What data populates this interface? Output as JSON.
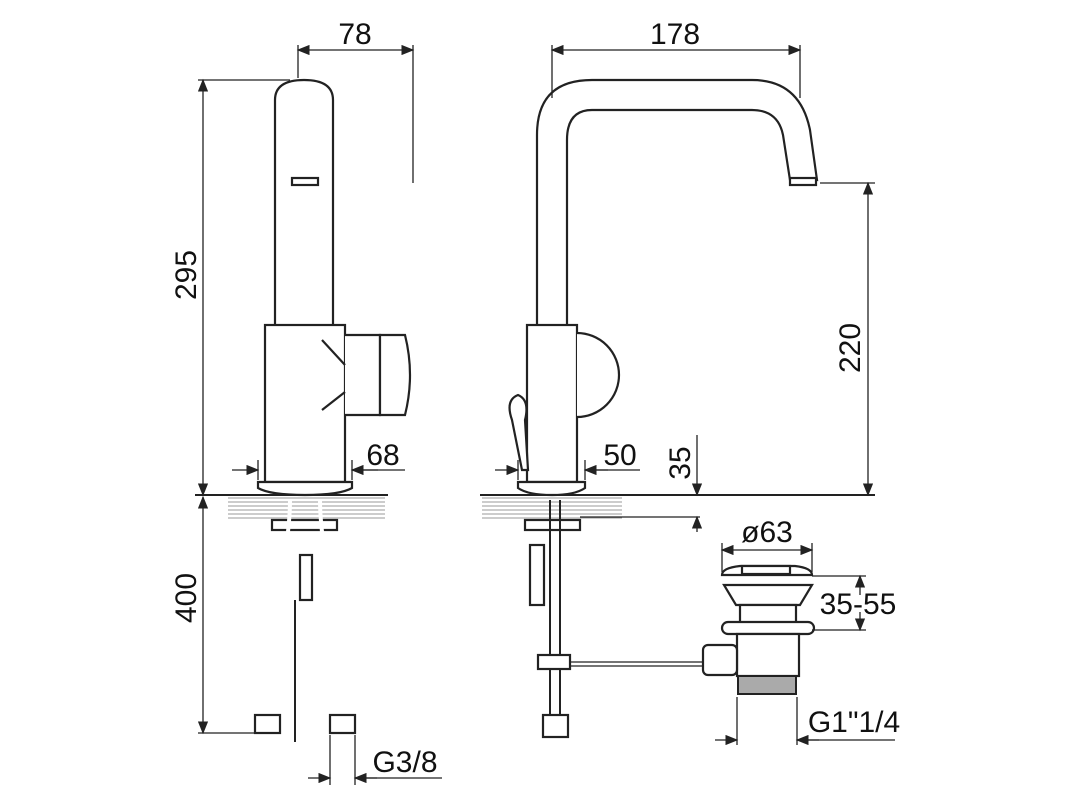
{
  "drawing": {
    "dimensions": {
      "side_width": "78",
      "spout_reach": "178",
      "total_height": "295",
      "spout_height": "220",
      "base_diameter_side": "68",
      "base_diameter_front": "50",
      "counter_max": "35",
      "hose_length": "400",
      "hose_thread": "G3/8",
      "waste_diameter": "ø63",
      "waste_range": "35-55",
      "waste_thread": "G1\"1/4"
    },
    "colors": {
      "line": "#222222",
      "background": "#ffffff"
    }
  }
}
